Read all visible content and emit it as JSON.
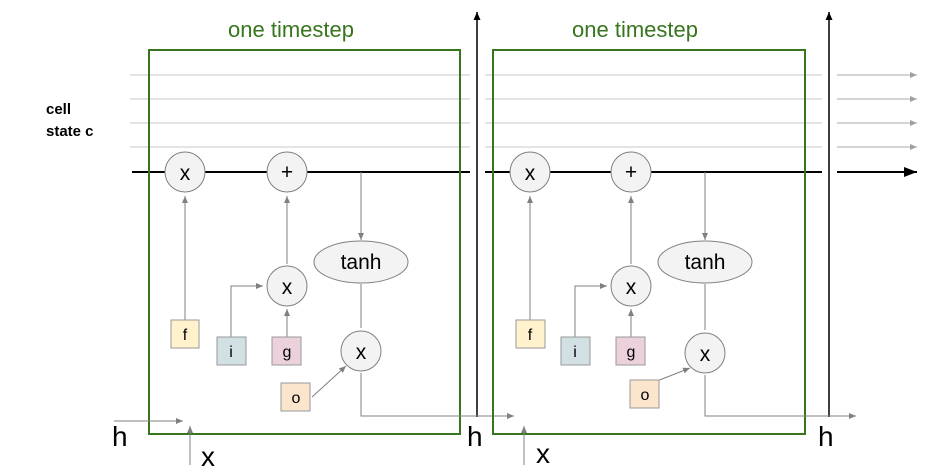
{
  "title": "one timestep",
  "cell_state_label_line1": "cell",
  "cell_state_label_line2": "state c",
  "h_label": "h",
  "x_label": "x",
  "ops": {
    "multiply": "x",
    "add": "+",
    "tanh": "tanh"
  },
  "gates": {
    "f": "f",
    "i": "i",
    "g": "g",
    "o": "o"
  },
  "colors": {
    "timestep_box": "#38761d",
    "gate_f": "#fff2cc",
    "gate_i": "#d0e0e3",
    "gate_g": "#ead1dc",
    "gate_o": "#fce5cd",
    "op_fill": "#f3f3f3",
    "arrow_gray": "#808080",
    "faint_line": "#b7b7b7"
  }
}
